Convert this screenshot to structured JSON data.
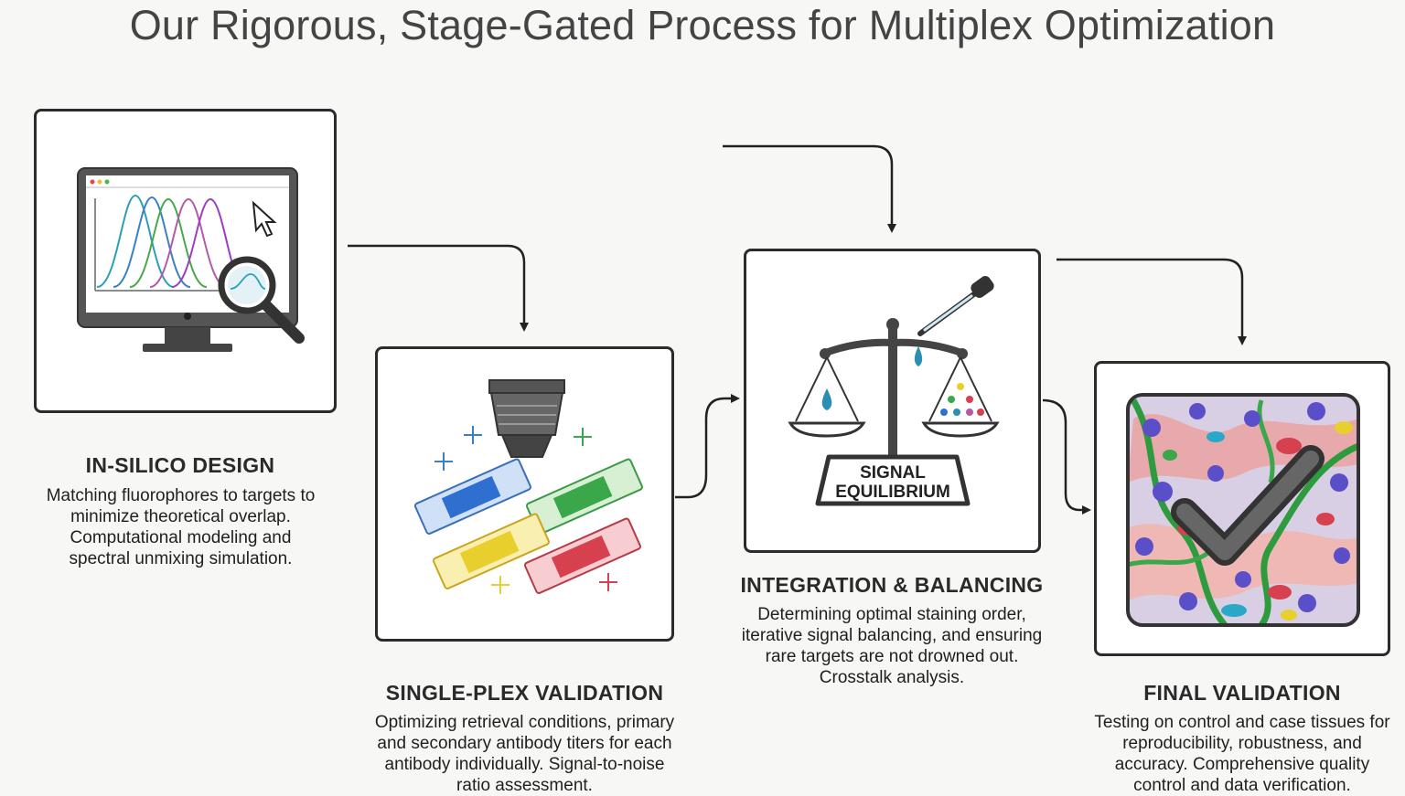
{
  "title": "Our Rigorous, Stage-Gated Process for Multiplex Optimization",
  "stages": [
    {
      "title": "IN-SILICO DESIGN",
      "description": "Matching fluorophores to targets to minimize theoretical overlap. Computational modeling and spectral unmixing simulation.",
      "icon": "monitor-spectra-icon"
    },
    {
      "title": "SINGLE-PLEX VALIDATION",
      "description": "Optimizing retrieval conditions, primary and secondary antibody titers for each antibody individually. Signal-to-noise ratio assessment.",
      "icon": "microscope-slides-icon"
    },
    {
      "title": "INTEGRATION & BALANCING",
      "description": "Determining optimal staining order, iterative signal balancing, and ensuring rare targets are not drowned out. Crosstalk analysis.",
      "icon": "balance-scale-icon",
      "badge_line1": "SIGNAL",
      "badge_line2": "EQUILIBRIUM"
    },
    {
      "title": "FINAL VALIDATION",
      "description": "Testing on control and case tissues for reproducibility, robustness, and accuracy. Comprehensive quality control and data verification.",
      "icon": "tissue-checkmark-icon"
    }
  ],
  "colors": {
    "border": "#2b2b2b",
    "blue": "#2f6fd0",
    "green": "#3aa84a",
    "yellow": "#e9cf2e",
    "red": "#d6404f",
    "teal": "#2a8fb0"
  }
}
